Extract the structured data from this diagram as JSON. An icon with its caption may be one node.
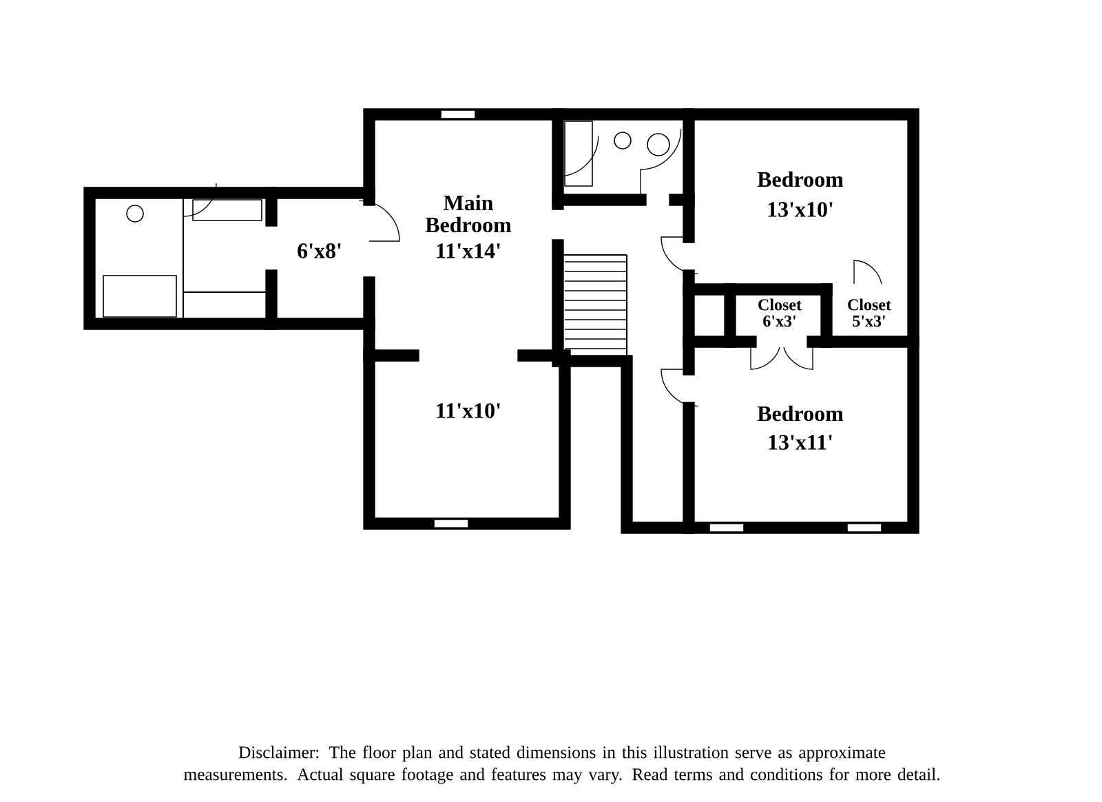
{
  "diagram": {
    "caption": "Disclaimer: The floor plan and stated dimensions in this illustration serve as approximate measurements. Actual square footage and features may vary. Read terms and conditions for more detail.",
    "labels": [
      "Main Bedroom",
      "Bedroom",
      "11'x14'",
      "13'x10'",
      "6'x8'",
      "Closet",
      "Closet",
      "6'x3'",
      "5'x3'",
      "11'x10'",
      "Bedroom",
      "13'x11'"
    ]
  }
}
